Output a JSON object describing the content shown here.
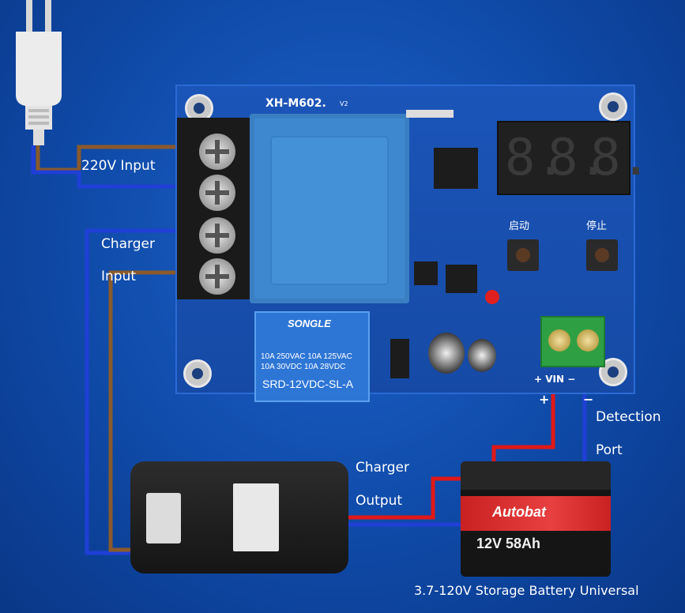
{
  "labels": {
    "input_220v": "220V Input",
    "charger_input_1": "Charger",
    "charger_input_2": "Input",
    "charger_output_1": "Charger",
    "charger_output_2": "Output",
    "detection_1": "Detection",
    "detection_2": "Port",
    "battery_caption": "3.7-120V Storage Battery Universal",
    "plus_sign": "+",
    "minus_sign": "−"
  },
  "board": {
    "model": "XH-M602.",
    "version": "V2",
    "start_label": "启动",
    "stop_label": "停止",
    "display_digits": [
      "8.",
      "8.",
      "8."
    ],
    "terminal_marks": "+  VIN  −",
    "relay": {
      "brand": "SONGLE",
      "rating_1": "10A 250VAC  10A 125VAC",
      "rating_2": "10A  30VDC  10A  28VDC",
      "model": "SRD-12VDC-SL-A"
    }
  },
  "battery": {
    "brand": "Autobat",
    "rating": "12V 58Ah"
  },
  "colors": {
    "background": "#1456b8",
    "wire_blue": "#1f3fd6",
    "wire_brown": "#8a5a2b",
    "wire_red": "#e01818",
    "board": "#1b55b8"
  }
}
